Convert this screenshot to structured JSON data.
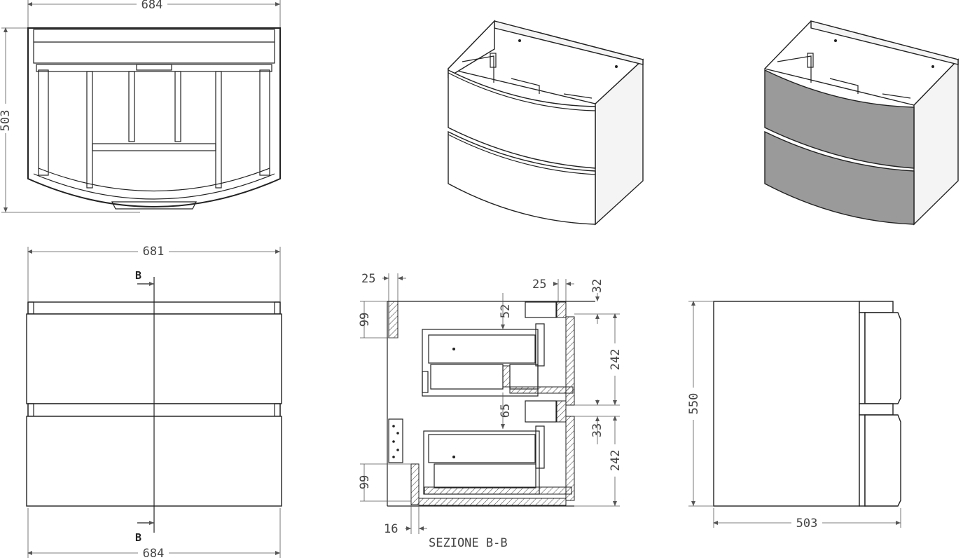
{
  "top_view": {
    "width_label": "684",
    "depth_label": "503"
  },
  "front_view": {
    "top_width_label": "681",
    "bottom_width_label": "684",
    "section_mark_top": "B",
    "section_mark_bottom": "B"
  },
  "section_view": {
    "caption": "SEZIONE B-B",
    "dims": {
      "top_left": "25",
      "top_right_a": "25",
      "top_right_b": "32",
      "left_top": "99",
      "left_bottom": "99",
      "gap_top": "52",
      "gap_mid": "65",
      "drawer_top": "242",
      "drawer_mid_gap": "33",
      "drawer_bottom": "242",
      "bottom_left": "16"
    }
  },
  "side_view": {
    "height_label": "550",
    "depth_label": "503"
  },
  "colors": {
    "line": "#222222",
    "dimension": "#555555",
    "panel_grey": "#9a9a9a"
  }
}
